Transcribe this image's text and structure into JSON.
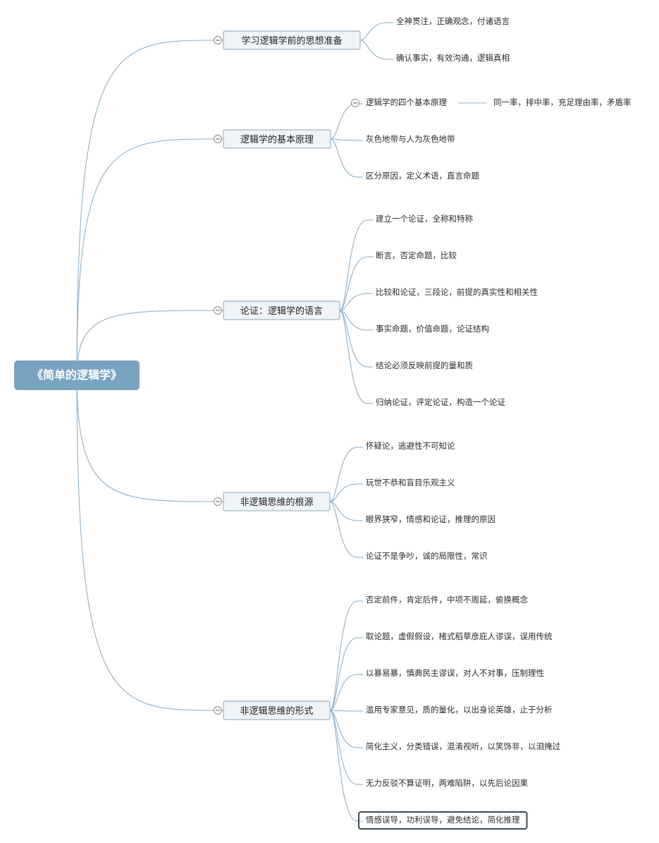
{
  "root": {
    "label": "《简单的逻辑学》"
  },
  "branches": [
    {
      "label": "学习逻辑学前的思想准备",
      "children": [
        {
          "label": "全神贯注，正确观念，付诸语言"
        },
        {
          "label": "确认事实，有效沟通，逻辑真相"
        }
      ]
    },
    {
      "label": "逻辑学的基本原理",
      "children": [
        {
          "label": "逻辑学的四个基本原理",
          "children": [
            {
              "label": "同一率，排中率，充足理由率，矛盾率"
            }
          ]
        },
        {
          "label": "灰色地带与人为灰色地带"
        },
        {
          "label": "区分原因，定义术语，直言命题"
        }
      ]
    },
    {
      "label": "论证：逻辑学的语言",
      "children": [
        {
          "label": "建立一个论证，全称和特称"
        },
        {
          "label": "断言，否定命题，比较"
        },
        {
          "label": "比较和论证，三段论，前提的真实性和相关性"
        },
        {
          "label": "事实命题，价值命题，论证结构"
        },
        {
          "label": "结论必须反映前提的量和质"
        },
        {
          "label": "归纳论证，评定论证，构造一个论证"
        }
      ]
    },
    {
      "label": "非逻辑思维的根源",
      "children": [
        {
          "label": "怀疑论，逃避性不可知论"
        },
        {
          "label": "玩世不恭和盲目乐观主义"
        },
        {
          "label": "眼界狭窄，情感和论证，推理的原因"
        },
        {
          "label": "论证不是争吵，诚的局限性，常识"
        }
      ]
    },
    {
      "label": "非逻辑思维的形式",
      "children": [
        {
          "label": "否定前件，肯定后件，中项不周延，偷换概念"
        },
        {
          "label": "取论题，虚假假设，楮式稻草彦庇人谬误，误用传统"
        },
        {
          "label": "以暴易暴，慎典民主谬误，对人不对事，压制理性"
        },
        {
          "label": "滥用专家意见，质的量化，以出身论英雄，止于分析"
        },
        {
          "label": "简化主义，分类错误，混淆视听，以笑饰非，以泪掩过"
        },
        {
          "label": "无力反驳不算证明，两难陷阱，以先后论因果"
        },
        {
          "label": "情感误导，功利误导，避免结论，简化推理",
          "selected": true
        }
      ]
    }
  ]
}
